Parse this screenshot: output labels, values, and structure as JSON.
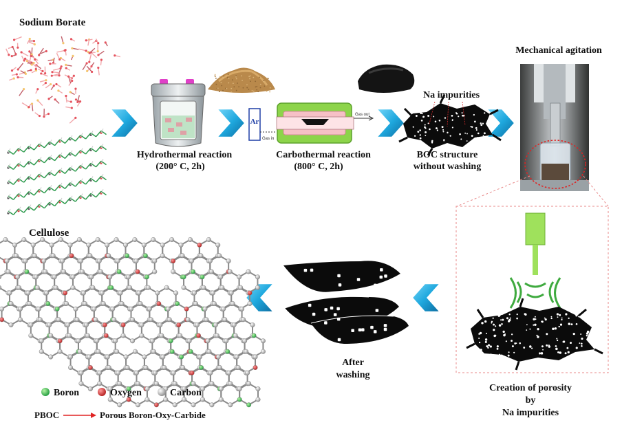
{
  "title_sodium_borate": "Sodium Borate",
  "title_cellulose": "Cellulose",
  "step_hydrothermal": {
    "line1": "Hydrothermal reaction",
    "line2": "(200° C, 2h)"
  },
  "step_carbothermal": {
    "line1": "Carbothermal reaction",
    "line2": "(800° C, 2h)"
  },
  "furnace": {
    "ar": "Ar",
    "gas_in": "Gas in",
    "gas_out": "Gas out"
  },
  "boc": {
    "impurities": "Na impurities",
    "line1": "BOC structure",
    "line2": "without washing"
  },
  "mechanical": "Mechanical agitation",
  "porosity": {
    "line1": "Creation of porosity",
    "line2": "by",
    "line3": "Na impurities"
  },
  "washing": {
    "line1": "After",
    "line2": "washing"
  },
  "legend": {
    "boron": "Boron",
    "oxygen": "Oxygen",
    "carbon": "Carbon",
    "colors": {
      "boron": "#22b34a",
      "oxygen": "#d42a2a",
      "carbon": "#c8c8c8"
    }
  },
  "pboc": {
    "abbr": "PBOC",
    "full": "Porous Boron-Oxy-Carbide"
  },
  "colors": {
    "chevron": "#1fa8de",
    "chevron_dark": "#0d6fa3",
    "green_box": "#8dd44a",
    "ultrasound": "#7fd24a"
  }
}
